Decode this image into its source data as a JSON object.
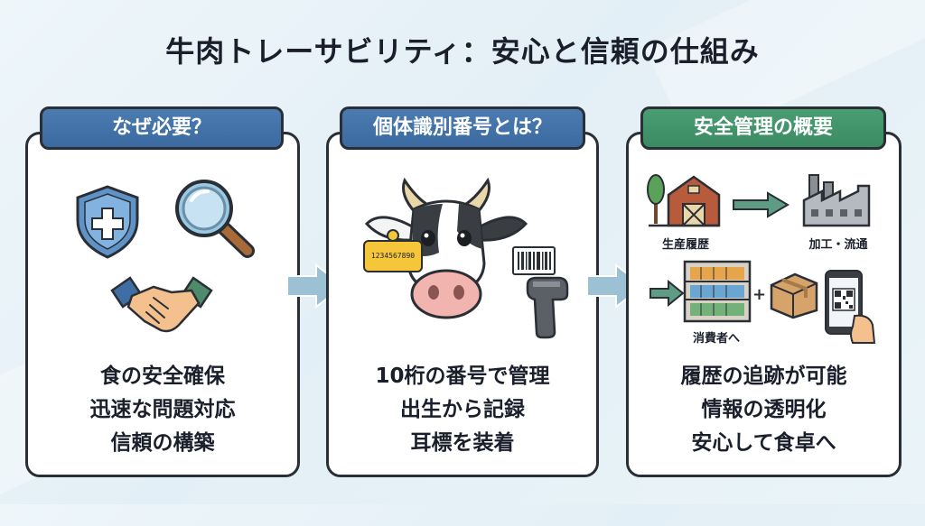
{
  "title": "牛肉トレーサビリティ：安心と信頼の仕組み",
  "panels": [
    {
      "heading": "なぜ必要？",
      "lines": [
        "食の安全確保",
        "迅速な問題対応",
        "信頼の構築"
      ]
    },
    {
      "heading": "個体識別番号とは？",
      "ear_tag": "1234567890",
      "lines": [
        "10桁の番号で管理",
        "出生から記録",
        "耳標を装着"
      ]
    },
    {
      "heading": "安全管理の概要",
      "labels": {
        "farm": "生産履歴",
        "factory": "加工・流通",
        "store": "消費者へ"
      },
      "lines": [
        "履歴の追跡が可能",
        "情報の透明化",
        "安心して食卓へ"
      ]
    }
  ],
  "colors": {
    "blue_header": "#3f70a6",
    "green_header": "#428f69",
    "arrow": "#9cc1d4"
  }
}
